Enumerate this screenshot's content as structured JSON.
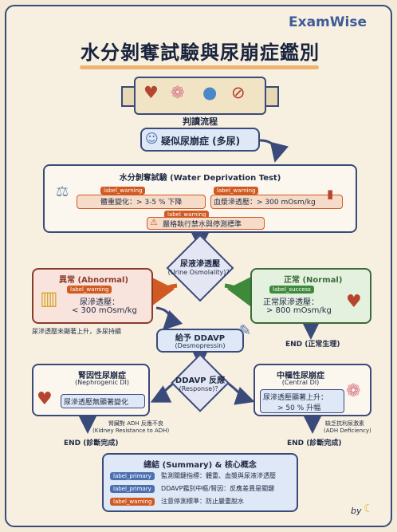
{
  "brand": "ExamWise",
  "title": "水分剝奪試驗與尿崩症鑑別",
  "flow_label": "判讀流程",
  "start": {
    "text": "疑似尿崩症 (多尿)"
  },
  "wdt": {
    "title": "水分剝奪試驗 (Water Deprivation Test)",
    "weight_tag": "label_warning",
    "weight_text": "體重變化：> 3-5 % 下降",
    "serum_tag": "label_warning",
    "serum_text": "血漿滲透壓：> 300 mOsm/kg",
    "stop_tag": "label_warning",
    "stop_text": "嚴格執行禁水與停測標準"
  },
  "urine_osm": {
    "line1": "尿液滲透壓",
    "line2": "(Urine Osmolality)？"
  },
  "abnormal": {
    "title": "異常 (Abnormal)",
    "tag": "label_warning",
    "line1": "尿滲透壓：",
    "line2": "< 300 mOsm/kg",
    "note": "尿滲透壓未顯著上升，多尿持續"
  },
  "normal": {
    "title": "正常 (Normal)",
    "tag": "label_success",
    "line1": "正常尿滲透壓：",
    "line2": "> 800 mOsm/kg",
    "end": "END (正常生理)"
  },
  "ddavp": {
    "line1": "給予 DDAVP",
    "line2": "(Desmopressin)"
  },
  "response": {
    "line1": "DDAVP 反應",
    "line2": "(Response)？"
  },
  "nephro": {
    "title": "腎因性尿崩症",
    "subtitle": "(Nephrogenic DI)",
    "finding": "尿滲透壓無顯著變化",
    "cause1": "腎臟對 ADH 反應不良",
    "cause2": "(Kidney Resistance to ADH)",
    "end": "END (診斷完成)"
  },
  "central": {
    "title": "中樞性尿崩症",
    "subtitle": "(Central DI)",
    "finding1": "尿滲透壓顯著上升：",
    "finding2": "> 50 % 升幅",
    "cause1": "缺乏抗利尿激素",
    "cause2": "(ADH Deficiency)",
    "end": "END (診斷完成)"
  },
  "summary": {
    "title": "總結 (Summary) & 核心概念",
    "items": [
      {
        "tag": "label_primary",
        "text": "監測關鍵指標：體重、血漿與尿液滲透壓"
      },
      {
        "tag": "label_primary",
        "text": "DDAVP鑑別中樞/腎因：反應差異是關鍵"
      },
      {
        "tag": "label_warning",
        "text": "注意停測標準：防止嚴重脫水"
      }
    ]
  },
  "signature": "by",
  "colors": {
    "navy": "#3a4a7a",
    "orange": "#d05a22",
    "green": "#3f8a3a",
    "blue": "#4c6fb0"
  },
  "icons": [
    "kidney-icon",
    "brain-icon",
    "water-drop-icon",
    "no-drinking-icon",
    "person-icon",
    "scale-icon",
    "blood-tube-icon",
    "warning-icon",
    "urine-cup-icon",
    "syringe-icon",
    "banana-icon"
  ]
}
